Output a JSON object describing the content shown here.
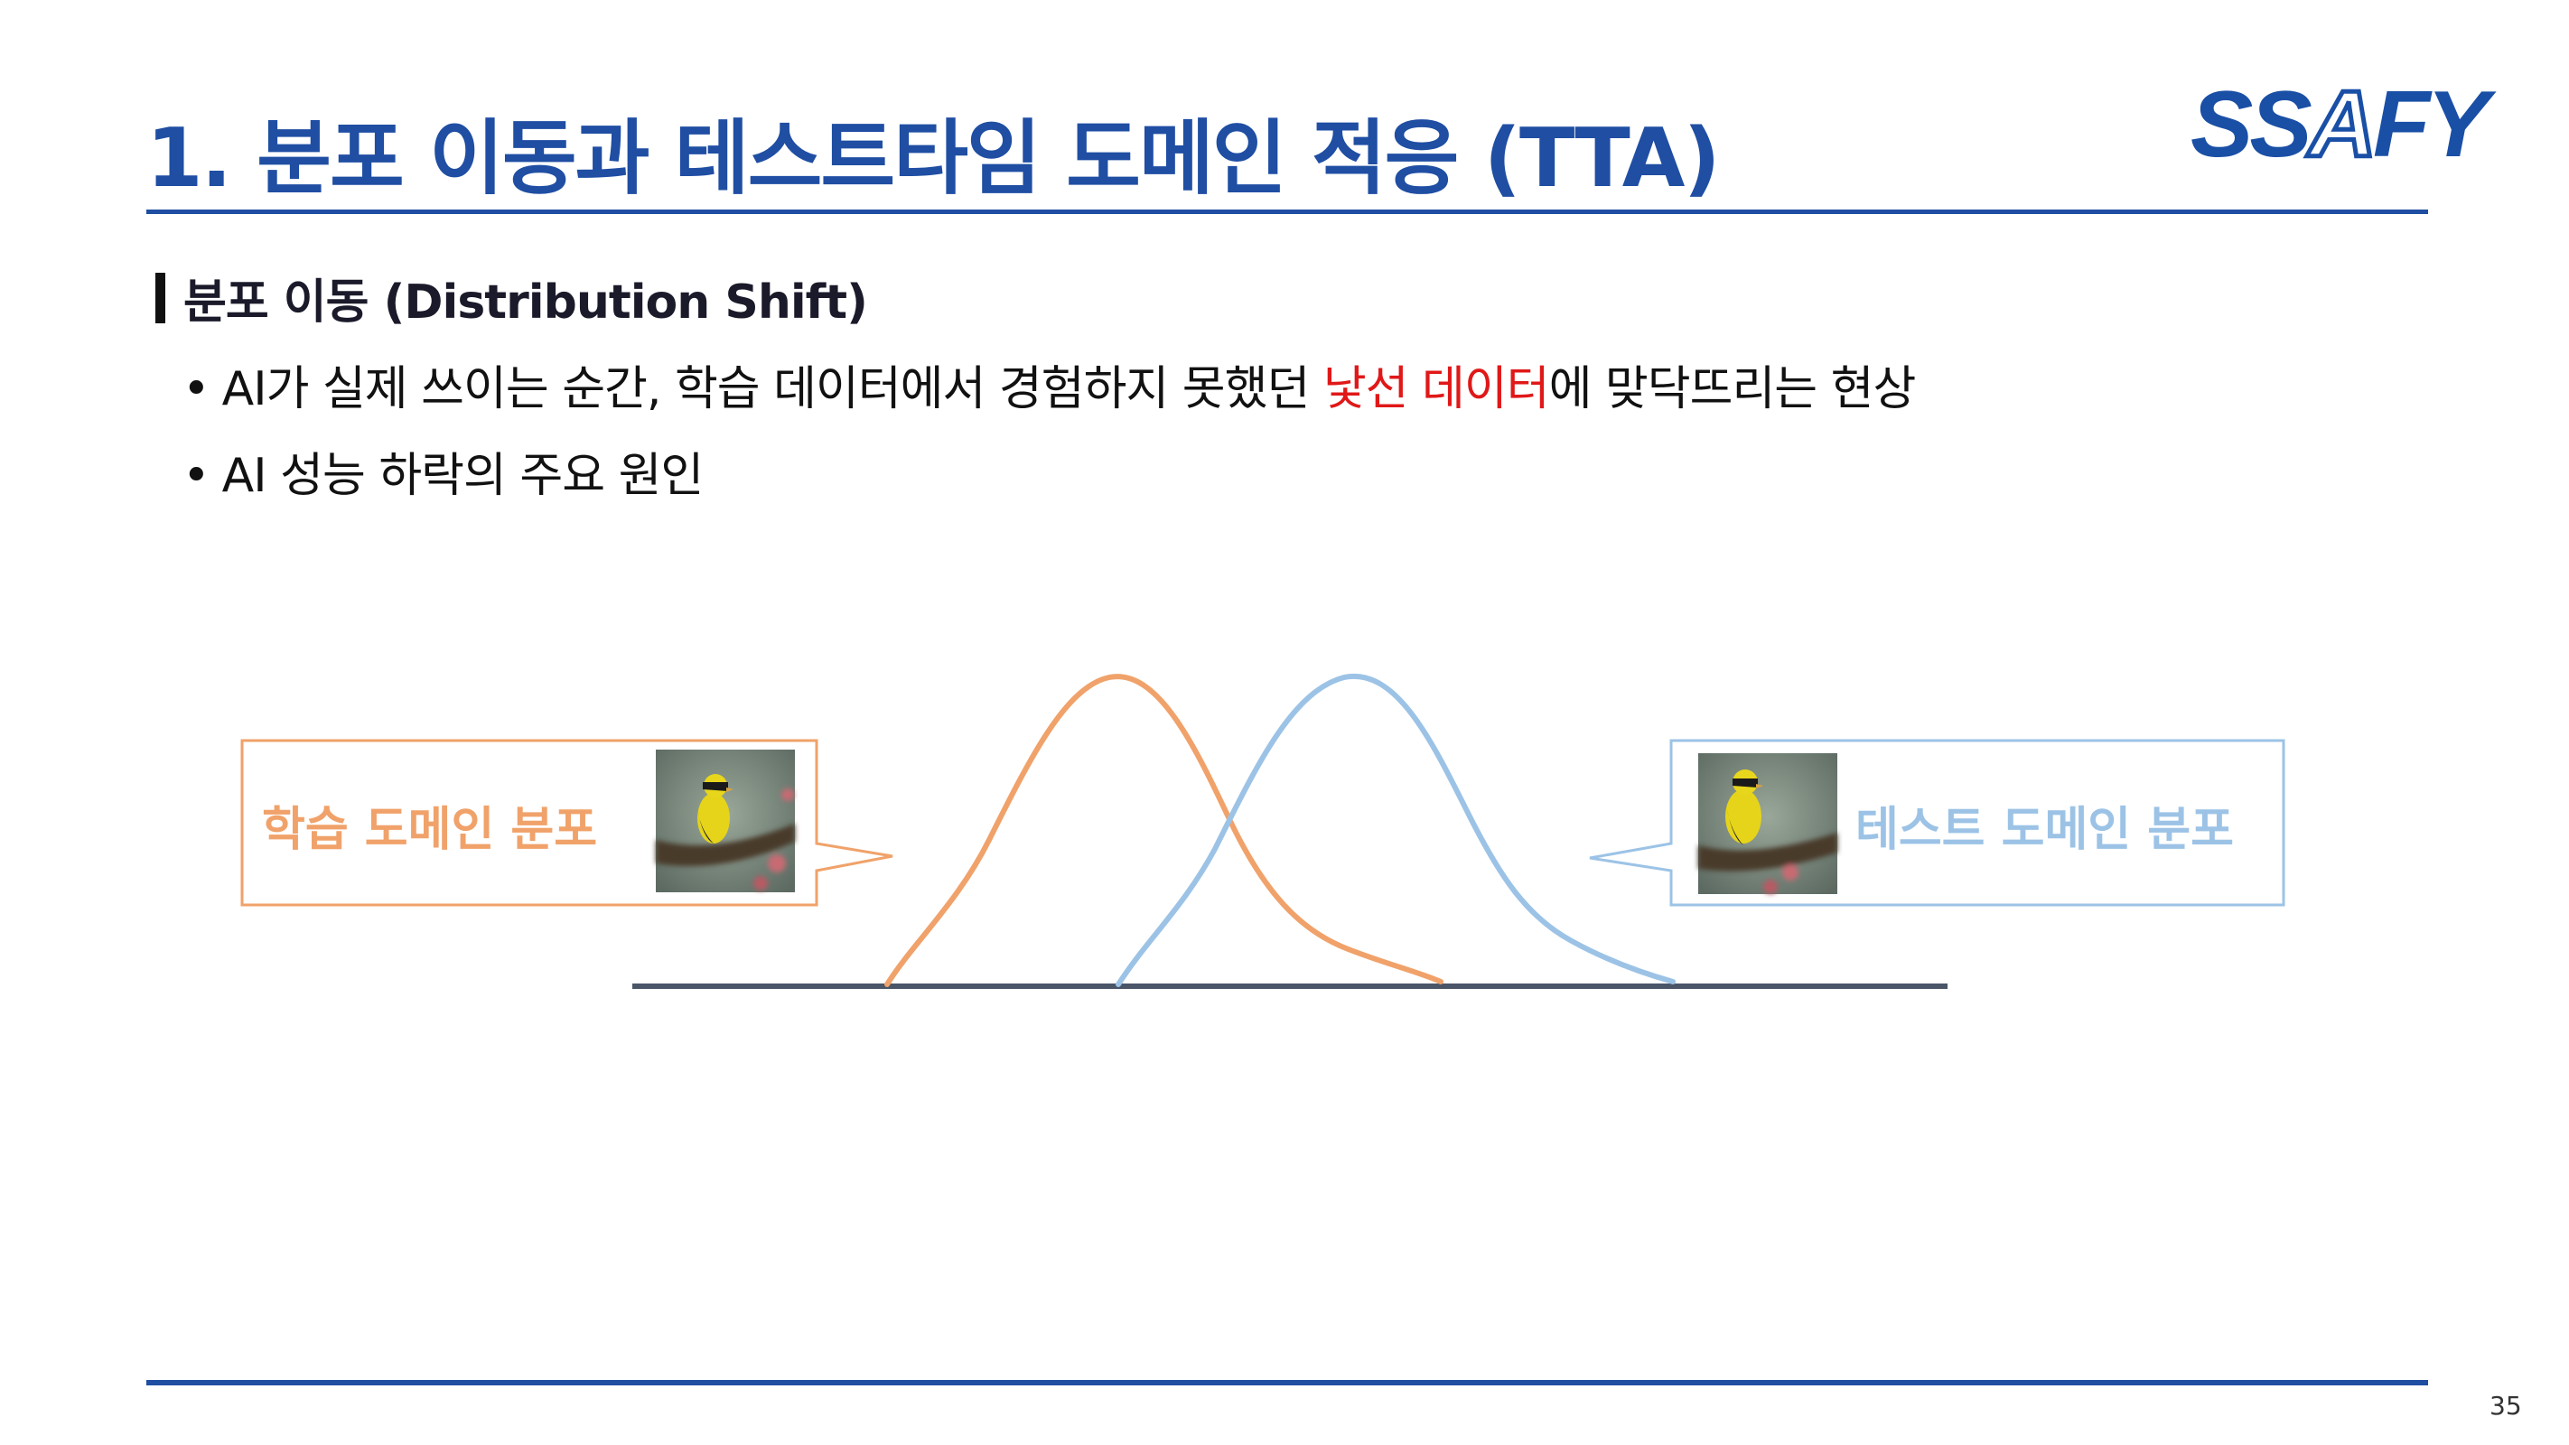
{
  "header": {
    "title": "1. 분포 이동과 테스트타임 도메인 적응 (TTA)",
    "logo_text": "SSAFY",
    "accent_color": "#1f4ea3"
  },
  "section": {
    "heading": "분포 이동 (Distribution Shift)",
    "bullets": [
      {
        "before": "AI가 실제 쓰이는 순간, 학습 데이터에서 경험하지 못했던 ",
        "highlight": "낯선 데이터",
        "after": "에 맞닥뜨리는 현상"
      },
      {
        "text": "AI 성능 하락의 주요 원인"
      }
    ],
    "bullet_glyph": "•",
    "highlight_color": "#e01818"
  },
  "diagram": {
    "train_label": "학습 도메인 분포",
    "test_label": "테스트 도메인 분포",
    "train_color": "#f0a26a",
    "test_color": "#9cc3e6",
    "axis_color": "#4a5568",
    "image_subject": "yellow bird on branch"
  },
  "footer": {
    "page_number": "35"
  }
}
